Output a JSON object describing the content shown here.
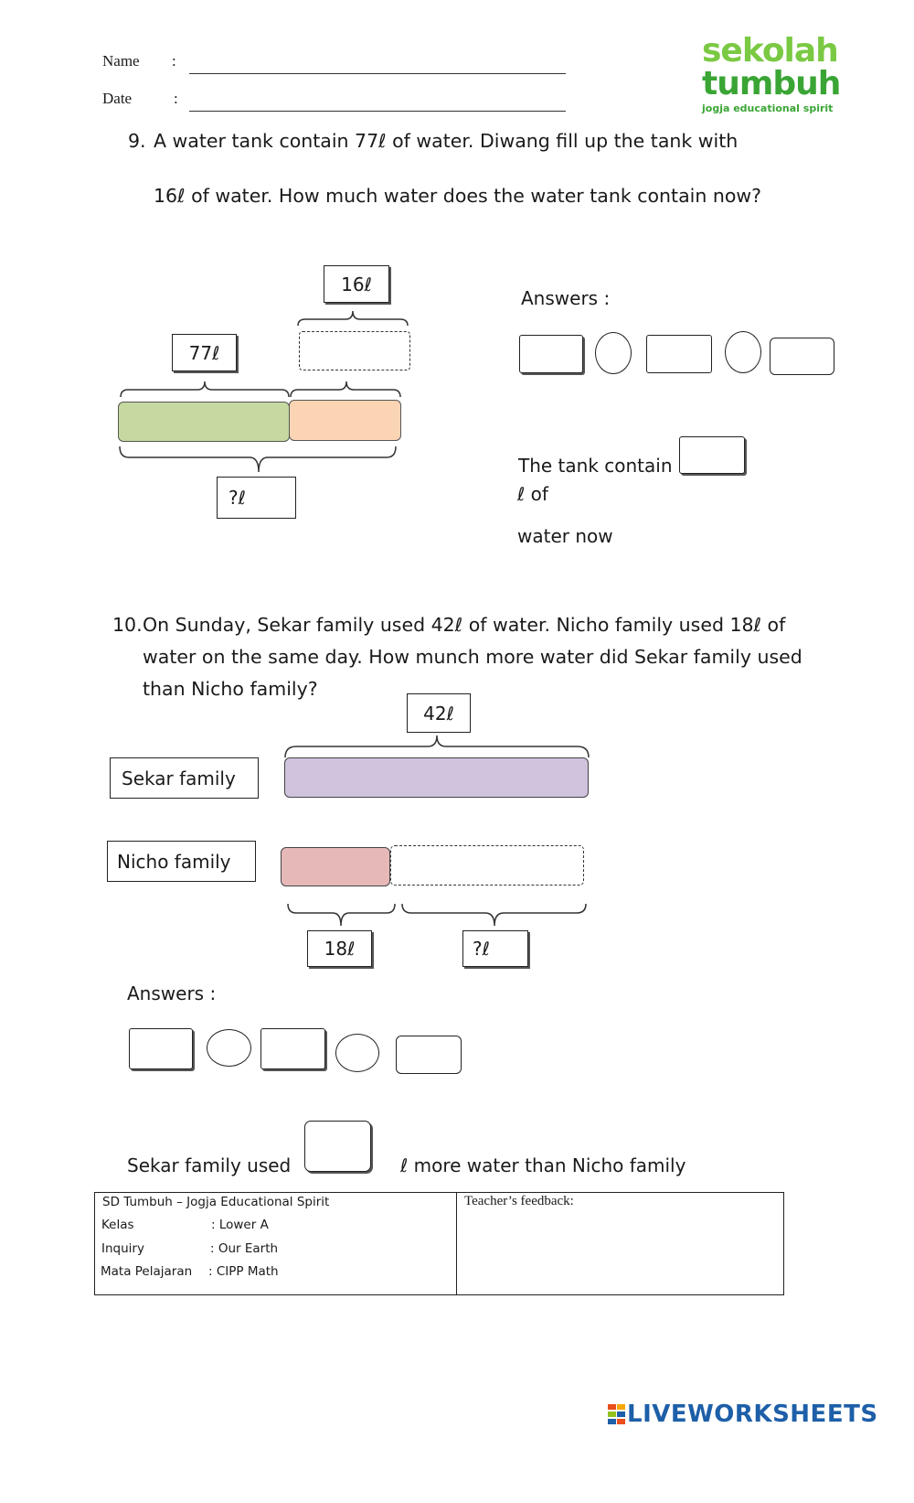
{
  "header": {
    "name_label": "Name",
    "date_label": "Date",
    "colon": ":"
  },
  "logo": {
    "line1": "sekolah",
    "line2": "tumbuh",
    "tagline": "jogja educational spirit"
  },
  "q9": {
    "number": "9.",
    "line1": "A water tank contain 77ℓ of water. Diwang fill up the tank with",
    "line2": "16ℓ of water. How much water does the water tank contain now?",
    "label_top": "16ℓ",
    "label_left": "77ℓ",
    "label_total": "?ℓ",
    "answers_label": "Answers :",
    "result_prefix": "The tank contain",
    "result_unit": "ℓ of",
    "result_suffix": "water now"
  },
  "q10": {
    "number": "10.",
    "line1": "On Sunday, Sekar family used 42ℓ of water. Nicho family used 18ℓ of",
    "line2": "water on the same day. How munch more water did Sekar family used",
    "line3": "than Nicho family?",
    "label_total": "42ℓ",
    "sekar_label": "Sekar family",
    "nicho_label": "Nicho family",
    "label_nicho": "18ℓ",
    "label_diff": "?ℓ",
    "answers_label": "Answers :",
    "result_prefix": "Sekar family used",
    "result_suffix": "ℓ more water than Nicho family"
  },
  "footer": {
    "school": "SD Tumbuh – Jogja Educational Spirit",
    "kelas_label": "Kelas",
    "kelas_value": ": Lower A",
    "inquiry_label": "Inquiry",
    "inquiry_value": ":  Our Earth",
    "mapel_label": "Mata Pelajaran",
    "mapel_value": ":  CIPP Math",
    "feedback_label": "Teacher’s feedback:"
  },
  "watermark": {
    "text": "LIVEWORKSHEETS"
  },
  "colors": {
    "bar_green": "#c5d9a0",
    "bar_orange": "#fbd4b4",
    "bar_purple": "#d0c3de",
    "bar_pink": "#e6b8b8",
    "logo_green": "#7ac943",
    "watermark_blue": "#1d5fa8"
  }
}
